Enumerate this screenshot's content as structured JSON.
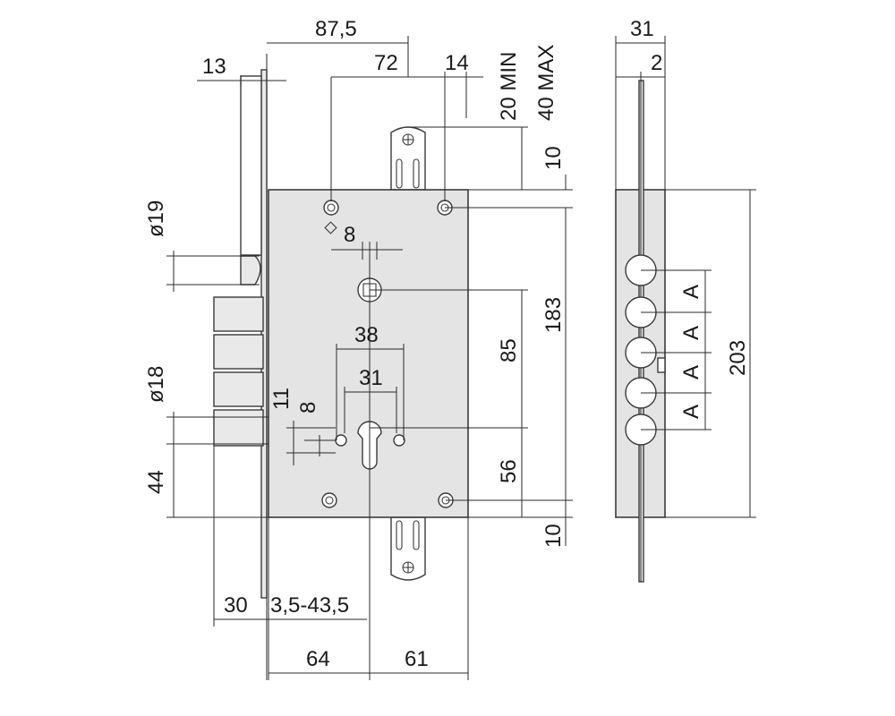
{
  "front_view": {
    "dim_87_5": "87,5",
    "dim_72": "72",
    "dim_14": "14",
    "dim_20min": "20 MIN",
    "dim_40max": "40 MAX",
    "dim_13": "13",
    "dim_10_top": "10",
    "dim_phi19": "ø19",
    "dim_square8": "8",
    "dim_183": "183",
    "dim_85": "85",
    "dim_38": "38",
    "dim_31_inner": "31",
    "dim_phi18": "ø18",
    "dim_11": "11",
    "dim_8_small": "8",
    "dim_56": "56",
    "dim_44": "44",
    "dim_10_bottom": "10",
    "dim_30": "30",
    "dim_3_5_43_5": "3,5-43,5",
    "dim_64": "64",
    "dim_61": "61"
  },
  "side_view": {
    "dim_31": "31",
    "dim_2": "2",
    "dim_203": "203",
    "dim_A": [
      "A",
      "A",
      "A",
      "A"
    ]
  }
}
